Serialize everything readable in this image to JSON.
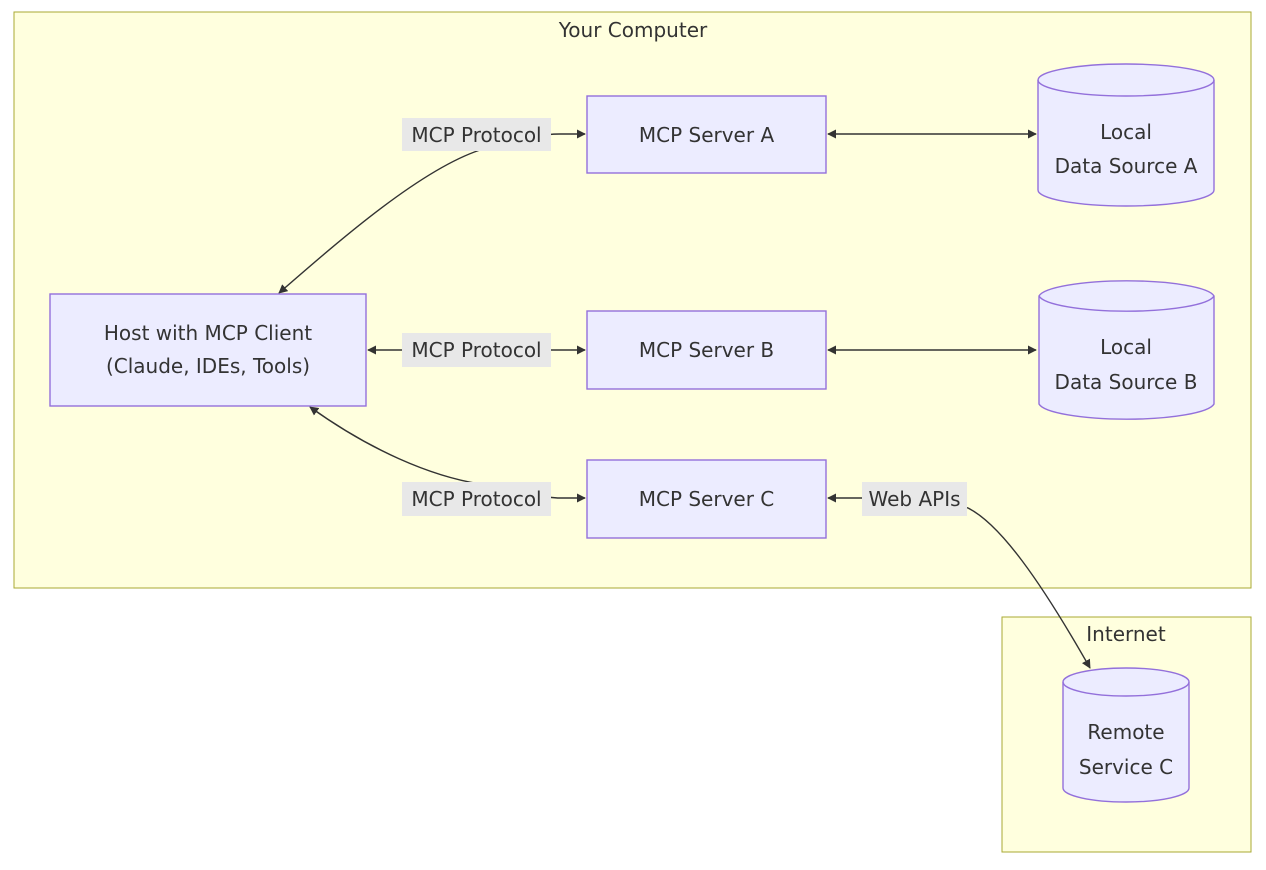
{
  "clusters": {
    "computer": {
      "label": "Your Computer"
    },
    "internet": {
      "label": "Internet"
    }
  },
  "nodes": {
    "host": {
      "line1": "Host with MCP Client",
      "line2": "(Claude, IDEs, Tools)"
    },
    "server_a": {
      "label": "MCP Server A"
    },
    "server_b": {
      "label": "MCP Server B"
    },
    "server_c": {
      "label": "MCP Server C"
    },
    "data_a": {
      "line1": "Local",
      "line2": "Data Source A"
    },
    "data_b": {
      "line1": "Local",
      "line2": "Data Source B"
    },
    "remote_c": {
      "line1": "Remote",
      "line2": "Service C"
    }
  },
  "edges": {
    "host_server_a": {
      "label": "MCP Protocol"
    },
    "host_server_b": {
      "label": "MCP Protocol"
    },
    "host_server_c": {
      "label": "MCP Protocol"
    },
    "server_c_remote": {
      "label": "Web APIs"
    }
  },
  "colors": {
    "cluster_fill": "#ffffde",
    "cluster_stroke": "#aaaa33",
    "node_fill": "#ececff",
    "node_stroke": "#9370db",
    "edge_stroke": "#333333",
    "edge_label_bg": "#e8e8e8",
    "text": "#333333"
  }
}
